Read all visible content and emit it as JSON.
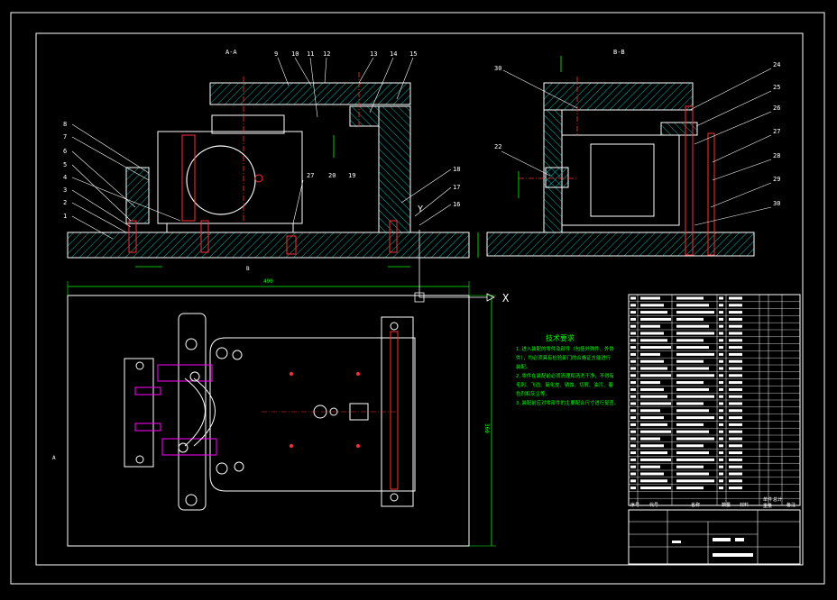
{
  "colors": {
    "background": "#000000",
    "line": "#ffffff",
    "hatch": "#00c8c8",
    "dimension": "#00ff00",
    "centerline": "#ff3030",
    "highlight": "#ff00ff",
    "leader": "#00ffff"
  },
  "views": {
    "section_a_label": "A-A",
    "section_b_label": "B-B",
    "axis_x": "X",
    "axis_y": "Y",
    "view_mark_a": "A",
    "view_mark_b": "B"
  },
  "balloons_left": [
    "8",
    "7",
    "6",
    "5",
    "4",
    "3",
    "2",
    "1"
  ],
  "balloons_top": [
    "9",
    "10",
    "11",
    "12",
    "13",
    "14",
    "15"
  ],
  "balloons_mid": [
    "27",
    "20",
    "19"
  ],
  "balloons_right_a": [
    "18",
    "17",
    "16"
  ],
  "balloons_b_top": [
    "30"
  ],
  "balloons_b_left": [
    "22"
  ],
  "balloons_b_right": [
    "24",
    "25",
    "26",
    "27",
    "28",
    "29",
    "30"
  ],
  "dimensions": {
    "width": "490",
    "height": "360"
  },
  "tech_notes": {
    "title": "技术要求",
    "lines": [
      "1.进入装配的零件及部件（包括外购件、外协",
      "件），均必须具有检验部门的合格证方能进行",
      "装配。",
      "2.零件在装配前必须清理和清洗干净，不得有",
      "毛刺、飞边、氧化皮、锈蚀、切屑、油污、着",
      "色剂和灰尘等。",
      "3.装配前应对零部件的主要配合尺寸进行复查。"
    ]
  },
  "title_block": {
    "header_cols": [
      "序号",
      "代号",
      "名称",
      "数量",
      "材料",
      "单件",
      "总计",
      "备注"
    ],
    "weight_label": "重量"
  }
}
